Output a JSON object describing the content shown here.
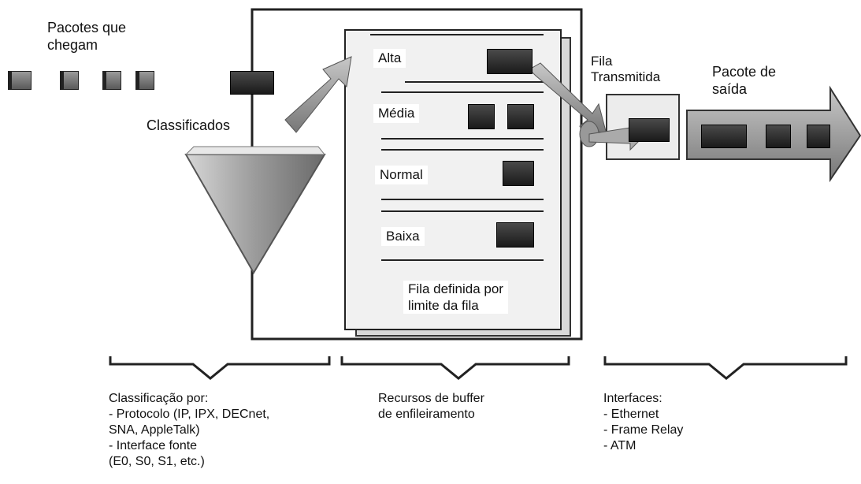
{
  "incoming_label": "Pacotes que\nchegam",
  "classified_label": "Classificados",
  "queue_labels": [
    "Alta",
    "Média",
    "Normal",
    "Baixa"
  ],
  "queue_limit_label": "Fila definida por\n limite da fila",
  "transmit_queue_label": "Fila\nTransmitida",
  "outgoing_label": "Pacote de\nsaída",
  "bottom_sections": [
    {
      "text": "Classificação por:\n- Protocolo (IP, IPX, DECnet,\n SNA, AppleTalk)\n- Interface fonte\n (E0, S0, S1, etc.)"
    },
    {
      "text": "Recursos de buffer\nde enfileiramento"
    },
    {
      "text": "Interfaces:\n- Ethernet\n- Frame Relay\n- ATM"
    }
  ],
  "colors": {
    "frame": "#222222",
    "panel": "#efefef",
    "arrow": "#9c9c9c",
    "packet": "#2a2a2a"
  }
}
